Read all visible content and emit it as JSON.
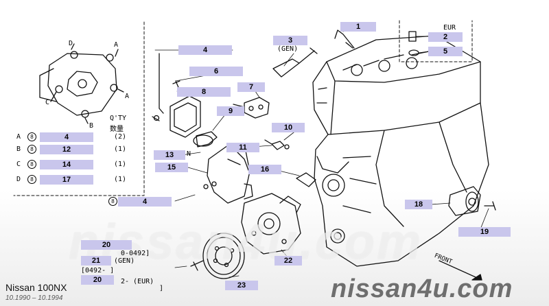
{
  "diagram": {
    "model": "Nissan 100NX",
    "production_dates": "10.1990 – 10.1994",
    "watermark_large": "nissan4u.com",
    "watermark_small": "nissan4u.com",
    "front_label": "FRONT",
    "eur_box_label": "EUR",
    "n_label": "N",
    "qty_header": "Q'TY",
    "qty_header_jp": "数量",
    "callouts": {
      "c1": "1",
      "c2": "2",
      "c3": "3",
      "c3_note": "(GEN)",
      "c4": "4",
      "c5": "5",
      "c6": "6",
      "c7": "7",
      "c8": "8",
      "c9": "9",
      "c10": "10",
      "c11": "11",
      "c13": "13",
      "c15": "15",
      "c16": "16",
      "c18": "18",
      "c19": "19",
      "c22": "22",
      "c23": "23",
      "c4b": "4"
    },
    "bolt_legend": [
      {
        "letter": "A",
        "bolt": "8",
        "part": "4",
        "qty": "(2)"
      },
      {
        "letter": "B",
        "bolt": "8",
        "part": "12",
        "qty": "(1)"
      },
      {
        "letter": "C",
        "bolt": "8",
        "part": "14",
        "qty": "(1)"
      },
      {
        "letter": "D",
        "bolt": "8",
        "part": "17",
        "qty": "(1)"
      }
    ],
    "bolt_ref_bottom": "8",
    "housing_letters": {
      "a1": "A",
      "a2": "A",
      "b": "B",
      "c": "C",
      "d": "D"
    },
    "notes": {
      "r1_part": "20",
      "r1_text": "0-0492]",
      "r2_part": "21",
      "r2_text": "(GEN)",
      "r3_text": "[0492-    ]",
      "r4_part": "20",
      "r4_text": "2-    (EUR)",
      "r4_end": "]"
    }
  }
}
